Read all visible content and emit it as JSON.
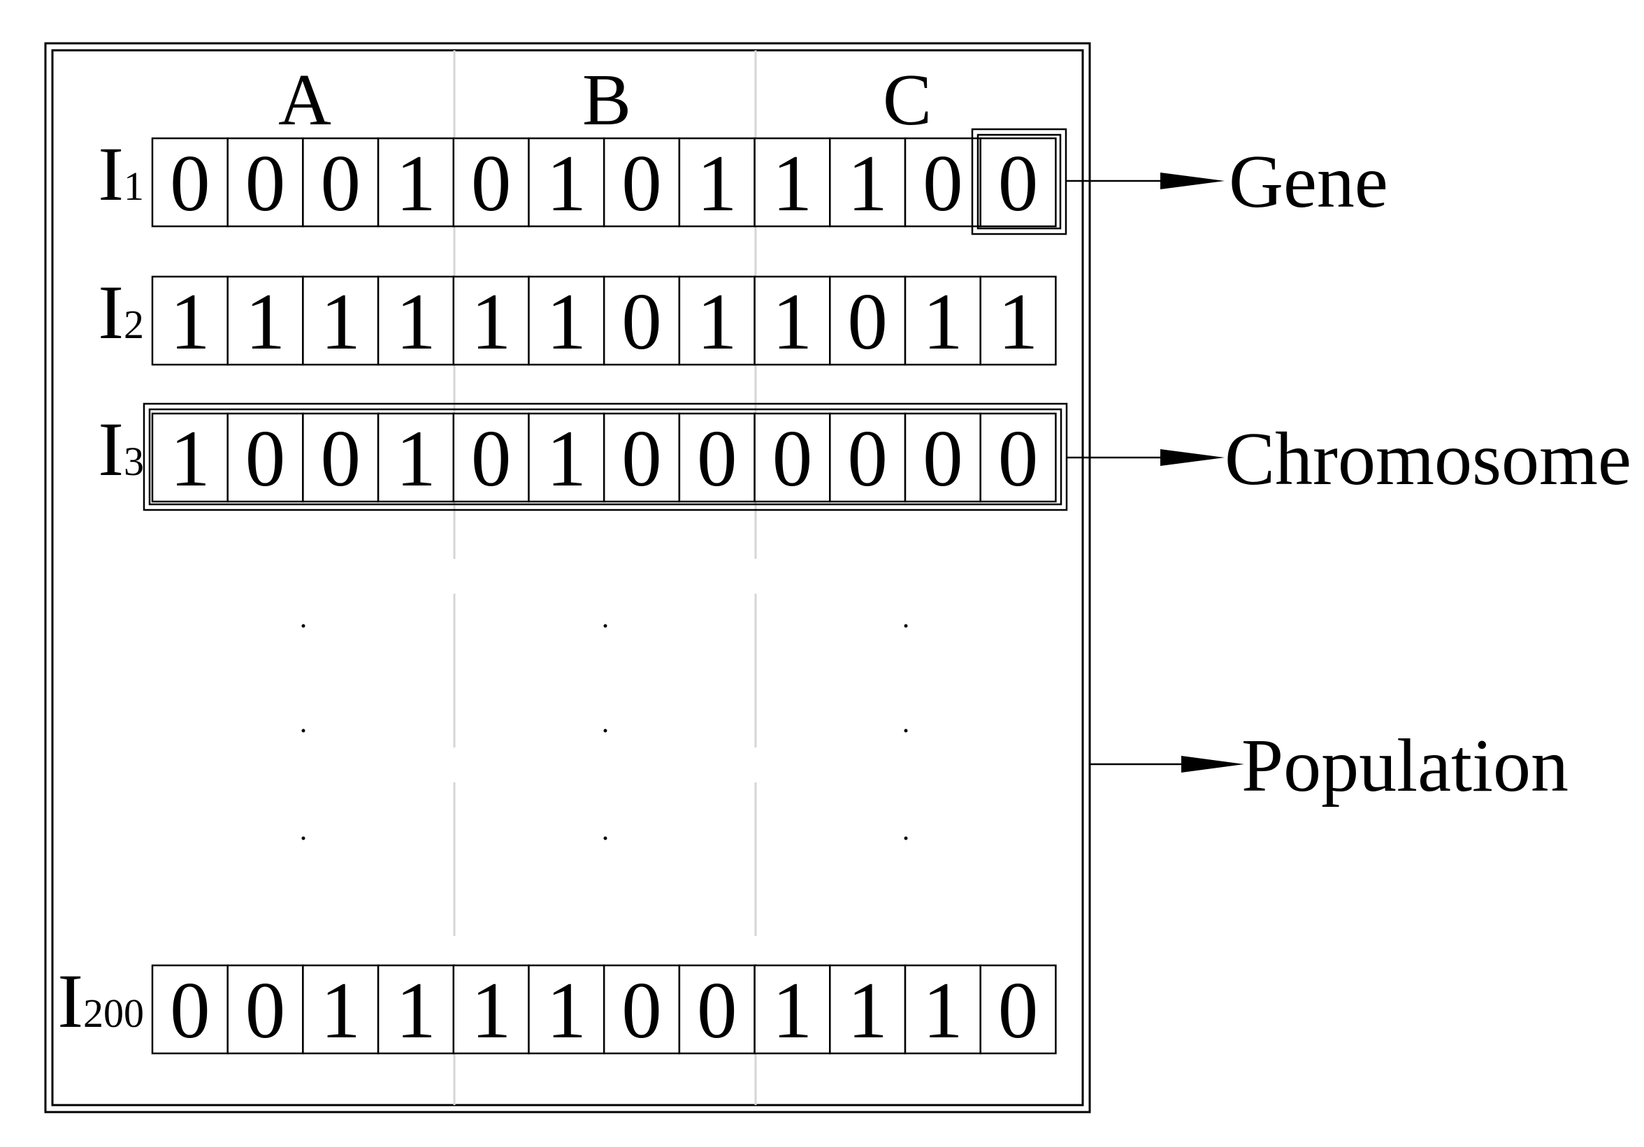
{
  "column_headers": [
    "A",
    "B",
    "C"
  ],
  "rows": [
    {
      "letter": "I",
      "index": "1",
      "bits": [
        "0",
        "0",
        "0",
        "1",
        "0",
        "1",
        "0",
        "1",
        "1",
        "1",
        "0",
        "0"
      ]
    },
    {
      "letter": "I",
      "index": "2",
      "bits": [
        "1",
        "1",
        "1",
        "1",
        "1",
        "1",
        "0",
        "1",
        "1",
        "0",
        "1",
        "1"
      ]
    },
    {
      "letter": "I",
      "index": "3",
      "bits": [
        "1",
        "0",
        "0",
        "1",
        "0",
        "1",
        "0",
        "0",
        "0",
        "0",
        "0",
        "0"
      ]
    },
    {
      "letter": "I",
      "index": "200",
      "bits": [
        "0",
        "0",
        "1",
        "1",
        "1",
        "1",
        "0",
        "0",
        "1",
        "1",
        "1",
        "0"
      ]
    }
  ],
  "callouts": {
    "gene": "Gene",
    "chromosome": "Chromosome",
    "population": "Population"
  },
  "ellipsis": "· · ·"
}
